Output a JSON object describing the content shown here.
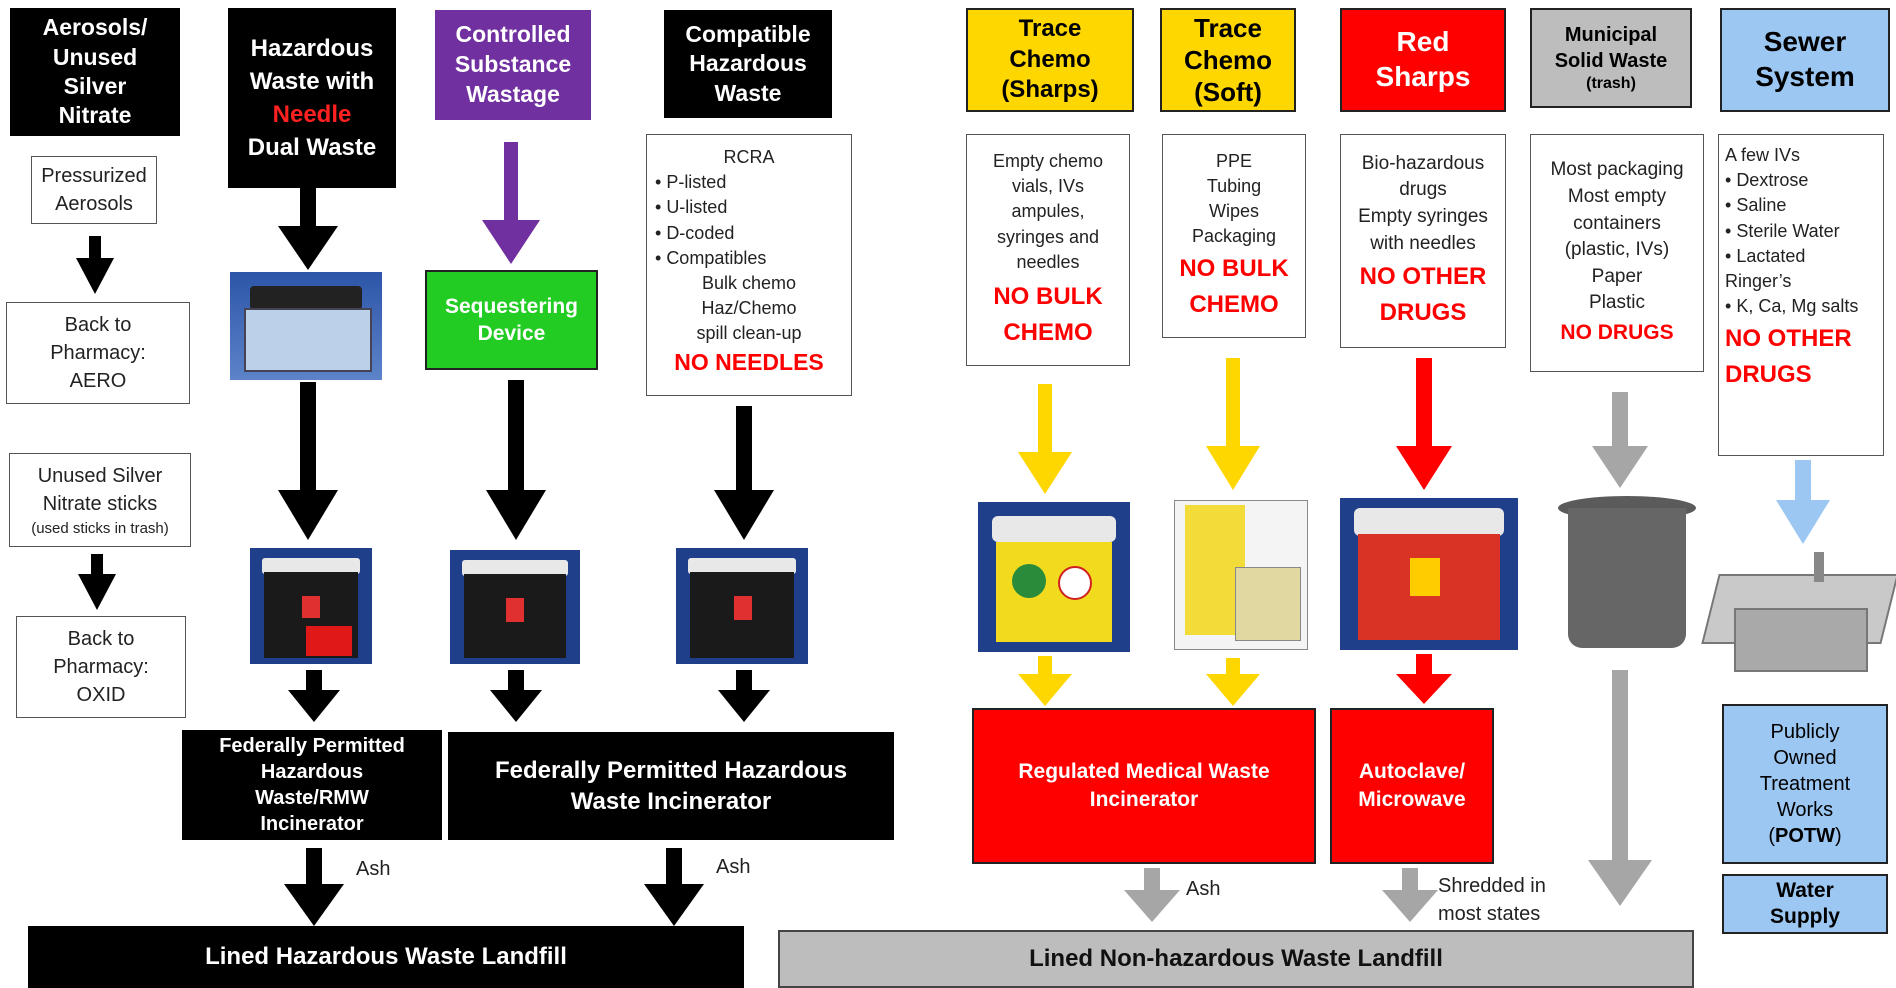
{
  "colors": {
    "black": "#000000",
    "purple": "#7030a0",
    "green": "#22cc22",
    "yellow": "#ffd700",
    "red": "#ff0000",
    "gray": "#bdbdbd",
    "blue": "#9bc7f2",
    "arrow_gray": "#a6a6a6"
  },
  "headers": {
    "aerosols": [
      "Aerosols/",
      "Unused",
      "Silver",
      "Nitrate"
    ],
    "haz_needle": {
      "l1": "Hazardous",
      "l2": "Waste with",
      "l3": "Needle",
      "l4": "Dual Waste"
    },
    "controlled": [
      "Controlled",
      "Substance",
      "Wastage"
    ],
    "compatible": [
      "Compatible",
      "Hazardous",
      "Waste"
    ],
    "trace_sharps": [
      "Trace",
      "Chemo",
      "(Sharps)"
    ],
    "trace_soft": [
      "Trace",
      "Chemo",
      "(Soft)"
    ],
    "red_sharps": [
      "Red",
      "Sharps"
    ],
    "municipal": {
      "l1": "Municipal",
      "l2": "Solid Waste",
      "l3": "(trash)"
    },
    "sewer": [
      "Sewer",
      "System"
    ]
  },
  "notes": {
    "pressurized": [
      "Pressurized",
      "Aerosols"
    ],
    "back_aero": [
      "Back to",
      "Pharmacy:",
      "AERO"
    ],
    "silver_sticks": {
      "l1": "Unused Silver",
      "l2": "Nitrate sticks",
      "l3": "(used sticks in trash)"
    },
    "back_oxid": [
      "Back to",
      "Pharmacy:",
      "OXID"
    ],
    "rcra": {
      "title": "RCRA",
      "items": [
        "P-listed",
        "U-listed",
        "D-coded",
        "Compatibles"
      ],
      "sub": [
        "Bulk chemo",
        "Haz/Chemo",
        "spill clean-up"
      ],
      "warn": "NO NEEDLES"
    },
    "trace_sharps": {
      "lines": [
        "Empty chemo",
        "vials, IVs",
        "ampules,",
        "syringes and",
        "needles"
      ],
      "warn": [
        "NO BULK",
        "CHEMO"
      ]
    },
    "trace_soft": {
      "lines": [
        "PPE",
        "Tubing",
        "Wipes",
        "Packaging"
      ],
      "warn": [
        "NO BULK",
        "CHEMO"
      ]
    },
    "red_sharps": {
      "lines": [
        "Bio-hazardous",
        "drugs",
        "Empty syringes",
        "with needles"
      ],
      "warn": [
        "NO OTHER",
        "DRUGS"
      ]
    },
    "municipal": {
      "lines": [
        "Most packaging",
        "Most empty",
        "containers",
        "(plastic, IVs)",
        "Paper",
        "Plastic"
      ],
      "warn": [
        "NO DRUGS"
      ]
    },
    "sewer": {
      "title": "A few IVs",
      "items": [
        "Dextrose",
        "Saline",
        "Sterile Water",
        "Lactated Ringer’s",
        "K, Ca, Mg salts"
      ],
      "warn": [
        "NO OTHER",
        "DRUGS"
      ]
    }
  },
  "devices": {
    "sequestering": [
      "Sequestering",
      "Device"
    ]
  },
  "destinations": {
    "fed_haz_rmw": [
      "Federally Permitted",
      "Hazardous",
      "Waste/RMW",
      "Incinerator"
    ],
    "fed_haz": [
      "Federally Permitted Hazardous",
      "Waste Incinerator"
    ],
    "rmw_incinerator": [
      "Regulated Medical Waste",
      "Incinerator"
    ],
    "autoclave": [
      "Autoclave/",
      "Microwave"
    ],
    "potw": {
      "lines": [
        "Publicly",
        "Owned",
        "Treatment",
        "Works"
      ],
      "abbr": "POTW"
    },
    "water_supply": [
      "Water",
      "Supply"
    ]
  },
  "labels": {
    "ash1": "Ash",
    "ash2": "Ash",
    "ash3": "Ash",
    "shredded": [
      "Shredded in",
      "most states"
    ]
  },
  "landfills": {
    "hazardous": "Lined Hazardous Waste Landfill",
    "non_hazardous": "Lined Non-hazardous Waste Landfill"
  },
  "images": {
    "sharps_box": "sharps-container-image",
    "black_bin": "black-hazardous-bin-image",
    "yellow_sharps": "yellow-chemo-sharps-bin-image",
    "yellow_bag": "yellow-chemo-bag-image",
    "red_bin": "red-sharps-bin-image",
    "trash_can": "gray-trash-can-image",
    "sink": "sink-image"
  }
}
